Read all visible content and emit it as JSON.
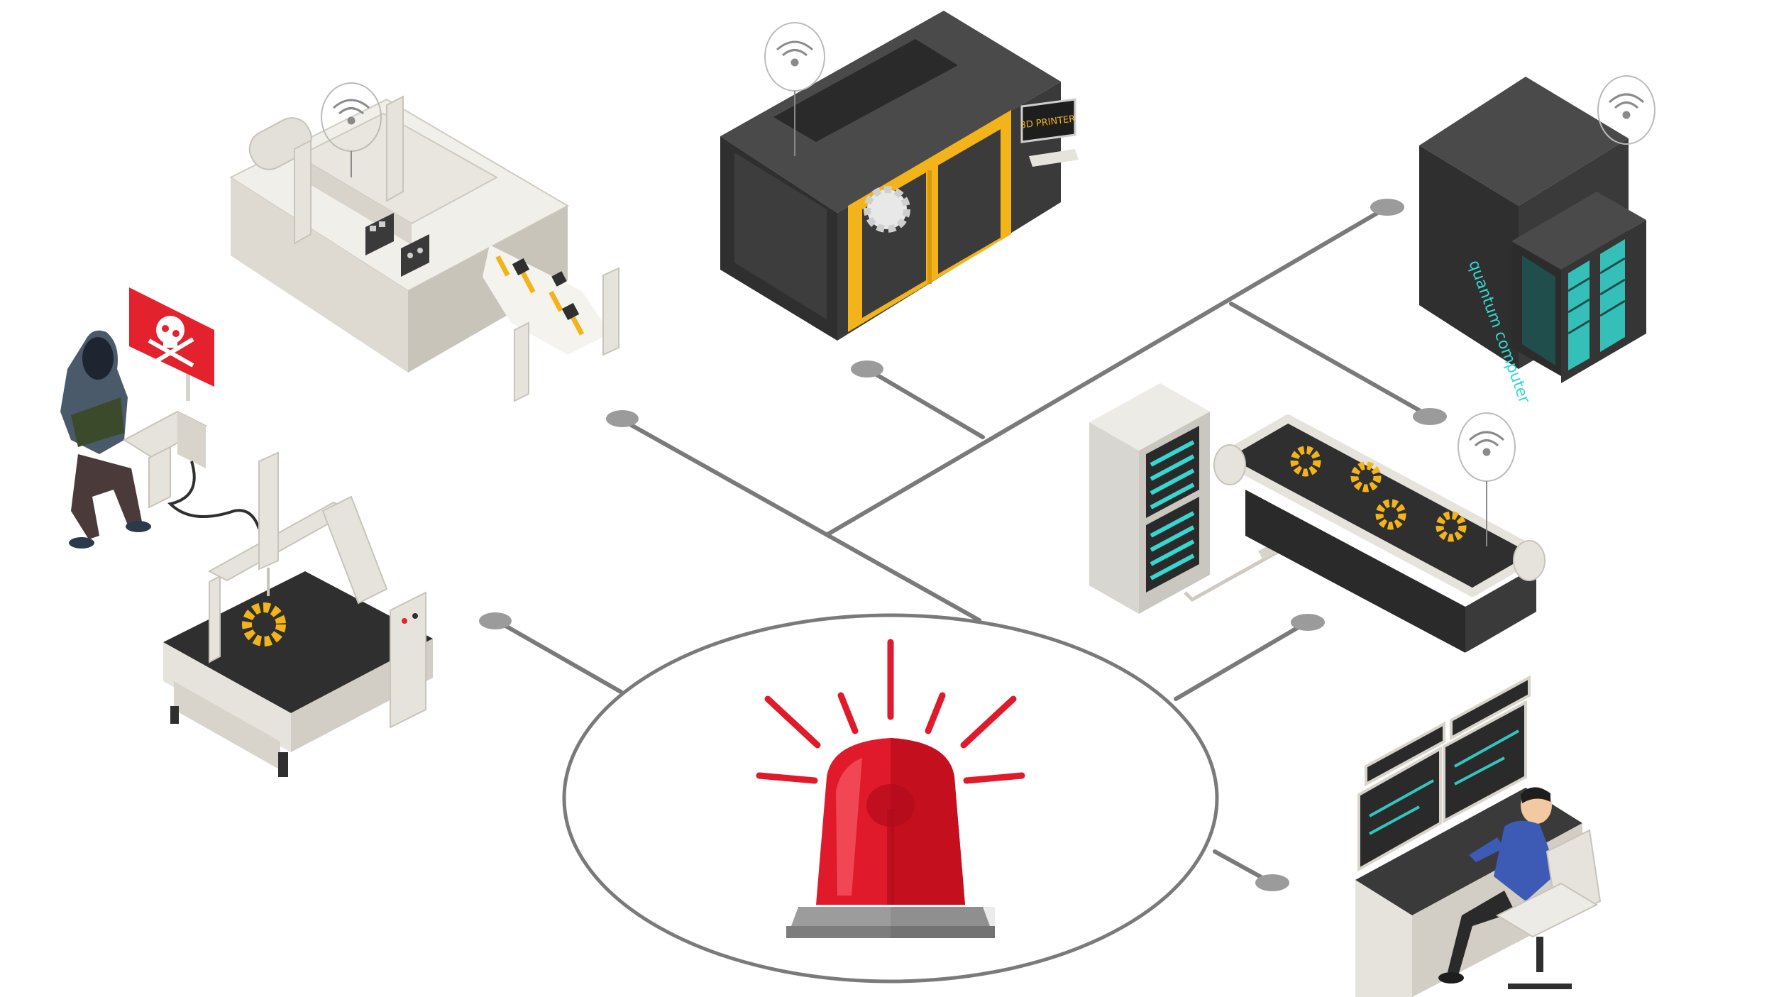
{
  "diagram": {
    "labels": {
      "printer_sign": "3D PRINTER",
      "quantum_label": "quantum computer"
    },
    "nodes": [
      {
        "id": "electronics-printer",
        "icon": "pcb-printing-machine-icon"
      },
      {
        "id": "3d-printer",
        "icon": "3d-printer-icon"
      },
      {
        "id": "quantum-computer",
        "icon": "quantum-computer-icon"
      },
      {
        "id": "hacker",
        "icon": "hacker-icon"
      },
      {
        "id": "cnc-machine",
        "icon": "cnc-measuring-machine-icon"
      },
      {
        "id": "server-conveyor",
        "icon": "server-conveyor-icon"
      },
      {
        "id": "operator",
        "icon": "operator-workstation-icon"
      },
      {
        "id": "alarm",
        "icon": "alarm-siren-icon"
      }
    ],
    "colors": {
      "line": "#7a7a7a",
      "node_dot": "#9b9b9b",
      "siren_red": "#e01a2b",
      "printer_yellow": "#f2b31b",
      "machine_dark": "#2f2f2f",
      "machine_light": "#e6e3dc",
      "teal": "#35d7d0",
      "danger_red": "#e3222d"
    }
  }
}
